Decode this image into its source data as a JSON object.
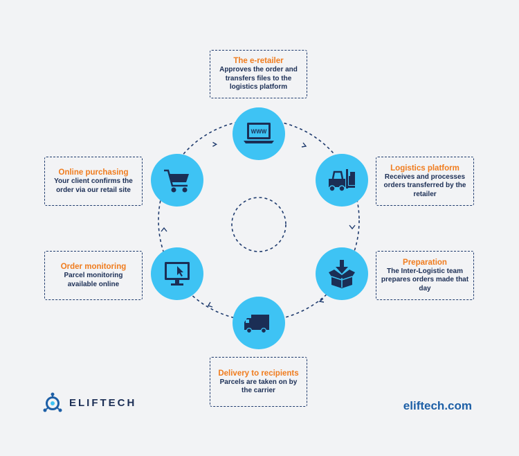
{
  "steps": [
    {
      "title": "The e-retailer",
      "desc": "Approves the order and transfers files to the logistics platform",
      "icon": "laptop-www-icon",
      "icon_text": "WWW"
    },
    {
      "title": "Logistics platform",
      "desc": "Receives and processes orders transferred by the retailer",
      "icon": "forklift-icon"
    },
    {
      "title": "Preparation",
      "desc": "The Inter-Logistic team prepares orders made that day",
      "icon": "box-download-icon"
    },
    {
      "title": "Delivery to recipients",
      "desc": "Parcels are taken on by the carrier",
      "icon": "delivery-truck-icon"
    },
    {
      "title": "Order monitoring",
      "desc": "Parcel monitoring available online",
      "icon": "monitor-cursor-icon"
    },
    {
      "title": "Online purchasing",
      "desc": "Your client confirms the order via our retail site",
      "icon": "shopping-cart-icon"
    }
  ],
  "brand": {
    "name": "ELIFTECH",
    "website": "eliftech.com"
  },
  "colors": {
    "accent": "#f07c1e",
    "circle": "#3ec3f4",
    "navy": "#1b2e55",
    "link": "#1d5fa6",
    "background": "#f2f3f5"
  }
}
